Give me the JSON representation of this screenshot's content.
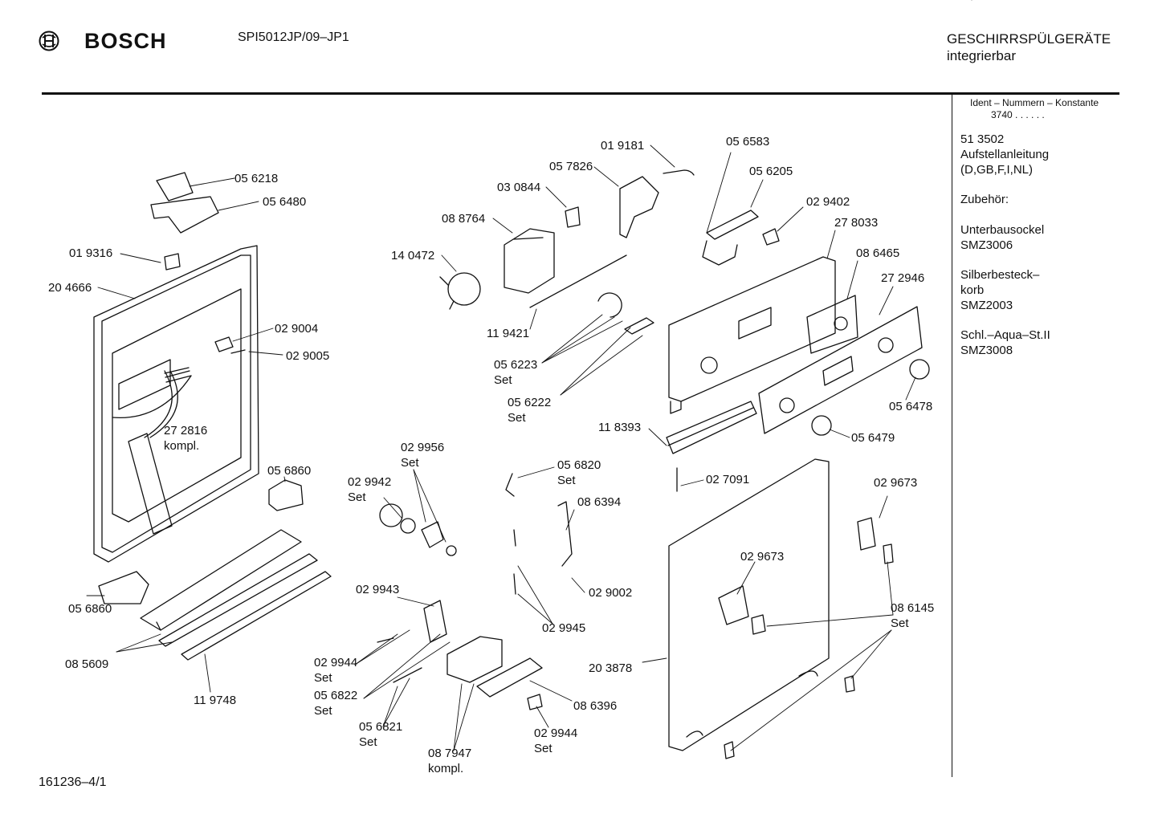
{
  "header": {
    "brand": "BOSCH",
    "model": "SPI5012JP/09–JP1",
    "category_line1": "GESCHIRRSPÜLGERÄTE",
    "category_line2": "integrierbar"
  },
  "sidebar": {
    "ident_title": "Ident – Nummern – Konstante",
    "ident_value": "3740 . . . . . .",
    "items": [
      {
        "line1": "51 3502",
        "line2": "Aufstellanleitung",
        "line3": "(D,GB,F,I,NL)"
      },
      {
        "line1": "Zubehör:"
      },
      {
        "line1": "Unterbausockel",
        "line2": "SMZ3006"
      },
      {
        "line1": "Silberbesteck–",
        "line2": "korb",
        "line3": "SMZ2003"
      },
      {
        "line1": "Schl.–Aqua–St.II",
        "line2": "SMZ3008"
      }
    ]
  },
  "footer": {
    "drawing_number": "161236–4/1"
  },
  "parts": [
    {
      "id": "p01",
      "label": "05 6218"
    },
    {
      "id": "p02",
      "label": "05 6480"
    },
    {
      "id": "p03",
      "label": "01 9316"
    },
    {
      "id": "p04",
      "label": "20 4666"
    },
    {
      "id": "p05",
      "label": "02 9004"
    },
    {
      "id": "p06",
      "label": "02 9005"
    },
    {
      "id": "p07",
      "label": "27 2816"
    },
    {
      "id": "p07b",
      "label": "kompl."
    },
    {
      "id": "p08",
      "label": "05 6860"
    },
    {
      "id": "p09",
      "label": "05 6860"
    },
    {
      "id": "p10",
      "label": "08 5609"
    },
    {
      "id": "p11",
      "label": "11 9748"
    },
    {
      "id": "p12",
      "label": "01 9181"
    },
    {
      "id": "p13",
      "label": "05 7826"
    },
    {
      "id": "p14",
      "label": "03 0844"
    },
    {
      "id": "p15",
      "label": "08 8764"
    },
    {
      "id": "p16",
      "label": "14 0472"
    },
    {
      "id": "p17",
      "label": "11 9421"
    },
    {
      "id": "p18",
      "label": "05 6223"
    },
    {
      "id": "p18b",
      "label": "Set"
    },
    {
      "id": "p19",
      "label": "05 6222"
    },
    {
      "id": "p19b",
      "label": "Set"
    },
    {
      "id": "p20",
      "label": "05 6583"
    },
    {
      "id": "p21",
      "label": "05 6205"
    },
    {
      "id": "p22",
      "label": "02 9402"
    },
    {
      "id": "p23",
      "label": "27 8033"
    },
    {
      "id": "p24",
      "label": "08 6465"
    },
    {
      "id": "p25",
      "label": "27 2946"
    },
    {
      "id": "p26",
      "label": "05 6478"
    },
    {
      "id": "p27",
      "label": "05 6479"
    },
    {
      "id": "p28",
      "label": "11 8393"
    },
    {
      "id": "p29",
      "label": "02 7091"
    },
    {
      "id": "p30",
      "label": "02 9956"
    },
    {
      "id": "p30b",
      "label": "Set"
    },
    {
      "id": "p31",
      "label": "02 9942"
    },
    {
      "id": "p31b",
      "label": "Set"
    },
    {
      "id": "p32",
      "label": "05 6820"
    },
    {
      "id": "p32b",
      "label": "Set"
    },
    {
      "id": "p33",
      "label": "08 6394"
    },
    {
      "id": "p34",
      "label": "02 9002"
    },
    {
      "id": "p35",
      "label": "02 9943"
    },
    {
      "id": "p36",
      "label": "02 9945"
    },
    {
      "id": "p37",
      "label": "02 9944"
    },
    {
      "id": "p37b",
      "label": "Set"
    },
    {
      "id": "p38",
      "label": "05 6822"
    },
    {
      "id": "p38b",
      "label": "Set"
    },
    {
      "id": "p39",
      "label": "05 6821"
    },
    {
      "id": "p39b",
      "label": "Set"
    },
    {
      "id": "p40",
      "label": "08 7947"
    },
    {
      "id": "p40b",
      "label": "kompl."
    },
    {
      "id": "p41",
      "label": "08 6396"
    },
    {
      "id": "p42",
      "label": "02 9944"
    },
    {
      "id": "p42b",
      "label": "Set"
    },
    {
      "id": "p43",
      "label": "20 3878"
    },
    {
      "id": "p44",
      "label": "02 9673"
    },
    {
      "id": "p45",
      "label": "02 9673"
    },
    {
      "id": "p46",
      "label": "08 6145"
    },
    {
      "id": "p46b",
      "label": "Set"
    }
  ]
}
